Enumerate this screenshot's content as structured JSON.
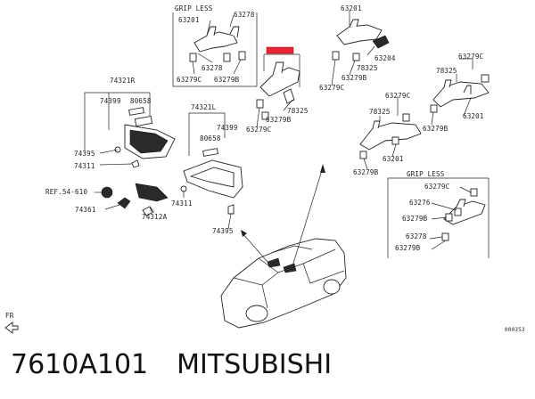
{
  "caption": {
    "code": "7610A101",
    "brand": "MITSUBISHI"
  },
  "figure_id": "000353",
  "orientation_mark": "FR",
  "boxes": {
    "grip_less_top": "GRIP LESS",
    "grip_less_right": "GRIP LESS"
  },
  "callouts": {
    "c63278_a": "63278",
    "c63201_a": "63201",
    "c63278_b": "63278",
    "c63279c_a": "63279C",
    "c63279b_a": "63279B",
    "c74321r": "74321R",
    "c74399_a": "74399",
    "c80658_a": "80658",
    "c74395_a": "74395",
    "c74311_a": "74311",
    "ref": "REF.54-610",
    "c74361": "74361",
    "c74312a": "74312A",
    "c74321l": "74321L",
    "c74399_b": "74399",
    "c80658_b": "80658",
    "c74311_b": "74311",
    "c74395_b": "74395",
    "c78325_a": "78325",
    "c63279b_b": "63279B",
    "c63279c_b": "63279C",
    "c63201_b": "63201",
    "c63204": "63204",
    "c78325_b": "78325",
    "c63279b_c": "63279B",
    "c63279c_c": "63279C",
    "c63279c_d": "63279C",
    "c78325_c": "78325",
    "c63279c_e": "63279C",
    "c63201_c": "63201",
    "c63279b_d": "63279B",
    "c78325_d": "78325",
    "c63201_d": "63201",
    "c63279b_e": "63279B",
    "c63279c_f": "63279C",
    "c63276_a": "63276",
    "c63279b_f": "63279B",
    "c63278_c": "63278",
    "c63279b_g": "63279B"
  }
}
